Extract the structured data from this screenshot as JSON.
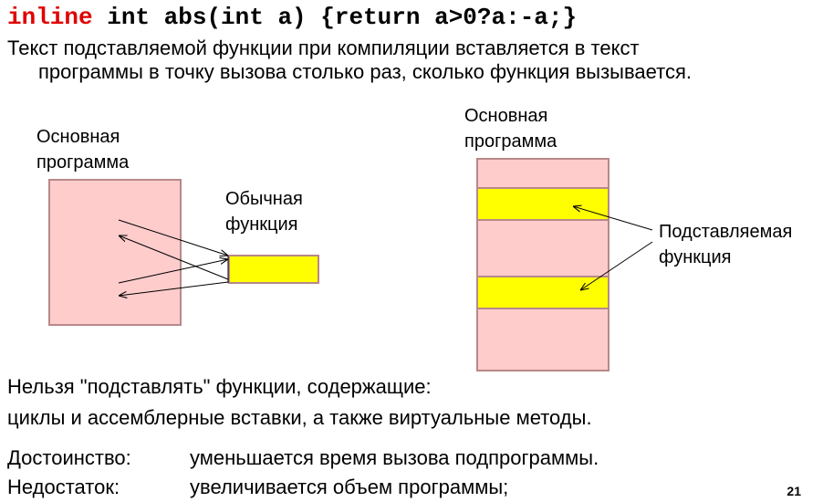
{
  "code": {
    "keyword": "inline",
    "rest": " int abs(int a) {return a>0?a:-a;}"
  },
  "intro": {
    "first": "Текст подставляемой функции при компиляции вставляется в текст",
    "rest": "программы в точку вызова столько раз, сколько функция вызывается."
  },
  "left_diagram": {
    "main_label_1": "Основная",
    "main_label_2": "программа",
    "func_label_1": "Обычная",
    "func_label_2": "функция"
  },
  "right_diagram": {
    "main_label_1": "Основная",
    "main_label_2": "программа",
    "inline_label_1": "Подставляемая",
    "inline_label_2": "функция"
  },
  "restriction": {
    "line1": "Нельзя \"подставлять\" функции, содержащие:",
    "line2": "циклы и ассемблерные вставки, а также виртуальные методы."
  },
  "pros_cons": {
    "pro_label": "Достоинство:",
    "pro_text": "уменьшается время вызова подпрограммы.",
    "con_label": "Недостаток:",
    "con_text": "увеличивается объем программы;"
  },
  "page_number": "21",
  "colors": {
    "keyword": "#e00000",
    "pink_fill": "#ffcccc",
    "yellow_fill": "#ffff00",
    "box_border": "#b88888"
  }
}
